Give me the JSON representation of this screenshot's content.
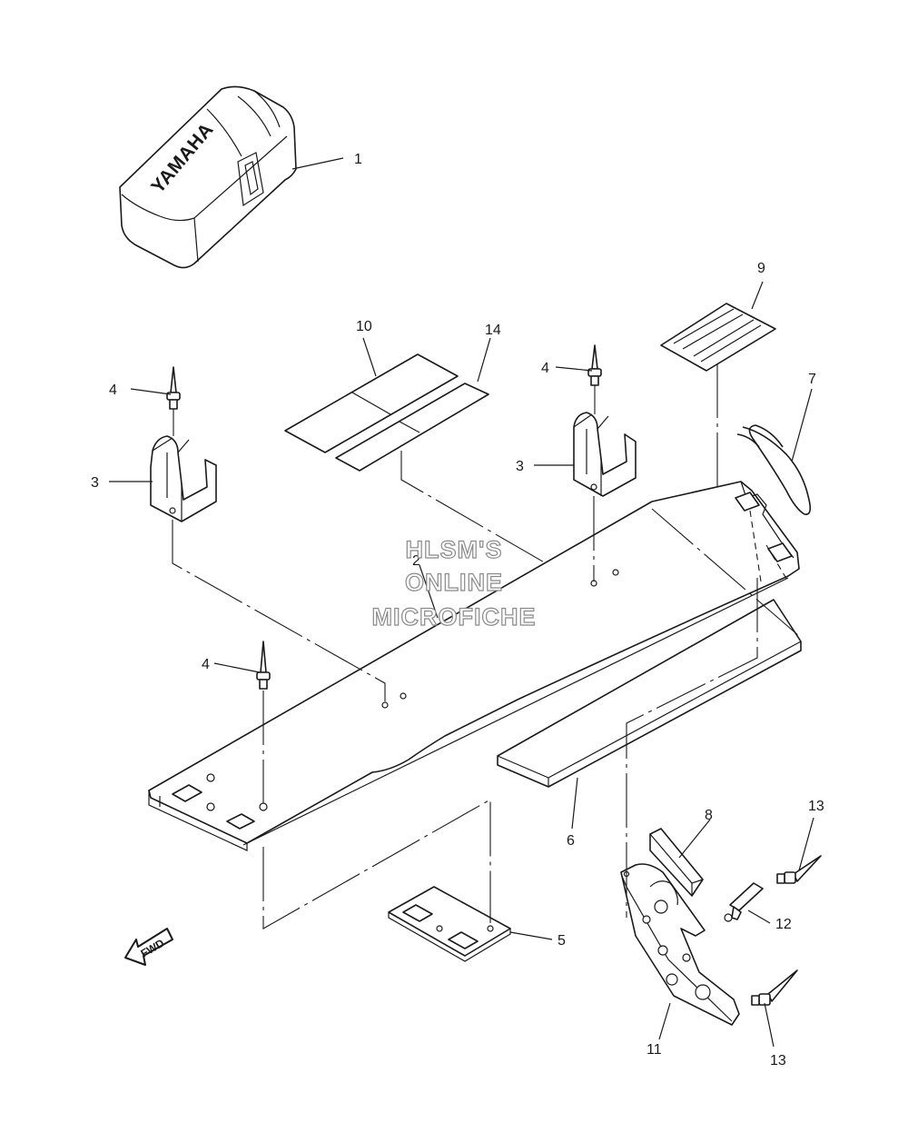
{
  "watermark": {
    "line1": "HLSM'S",
    "line2": "ONLINE",
    "line3": "MICROFICHE"
  },
  "cover_logo": "YAMAHA",
  "fwd_label": "FWD",
  "callouts": {
    "c1": "1",
    "c2": "2",
    "c3a": "3",
    "c3b": "3",
    "c4a": "4",
    "c4b": "4",
    "c4c": "4",
    "c5": "5",
    "c6": "6",
    "c7": "7",
    "c8": "8",
    "c9": "9",
    "c10": "10",
    "c11": "11",
    "c12": "12",
    "c13a": "13",
    "c13b": "13",
    "c14": "14"
  }
}
